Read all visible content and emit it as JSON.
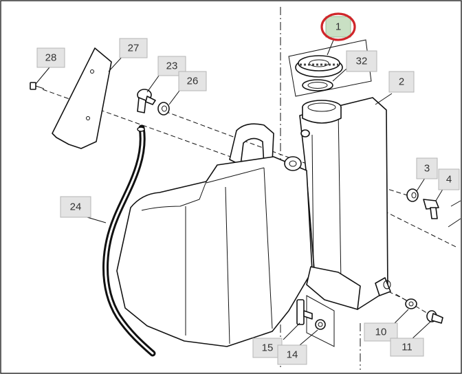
{
  "diagram": {
    "callouts": [
      {
        "id": "c1",
        "text": "1",
        "highlighted": true
      },
      {
        "id": "c2",
        "text": "2"
      },
      {
        "id": "c3",
        "text": "3"
      },
      {
        "id": "c4",
        "text": "4"
      },
      {
        "id": "c10",
        "text": "10"
      },
      {
        "id": "c11",
        "text": "11"
      },
      {
        "id": "c14",
        "text": "14"
      },
      {
        "id": "c15",
        "text": "15"
      },
      {
        "id": "c23",
        "text": "23"
      },
      {
        "id": "c24",
        "text": "24"
      },
      {
        "id": "c26",
        "text": "26"
      },
      {
        "id": "c27",
        "text": "27"
      },
      {
        "id": "c28",
        "text": "28"
      },
      {
        "id": "c32",
        "text": "32"
      }
    ],
    "highlight_color": "#d0262a",
    "label_fill": "#e4e4e4",
    "highlight_fill": "#c9e0c4"
  }
}
